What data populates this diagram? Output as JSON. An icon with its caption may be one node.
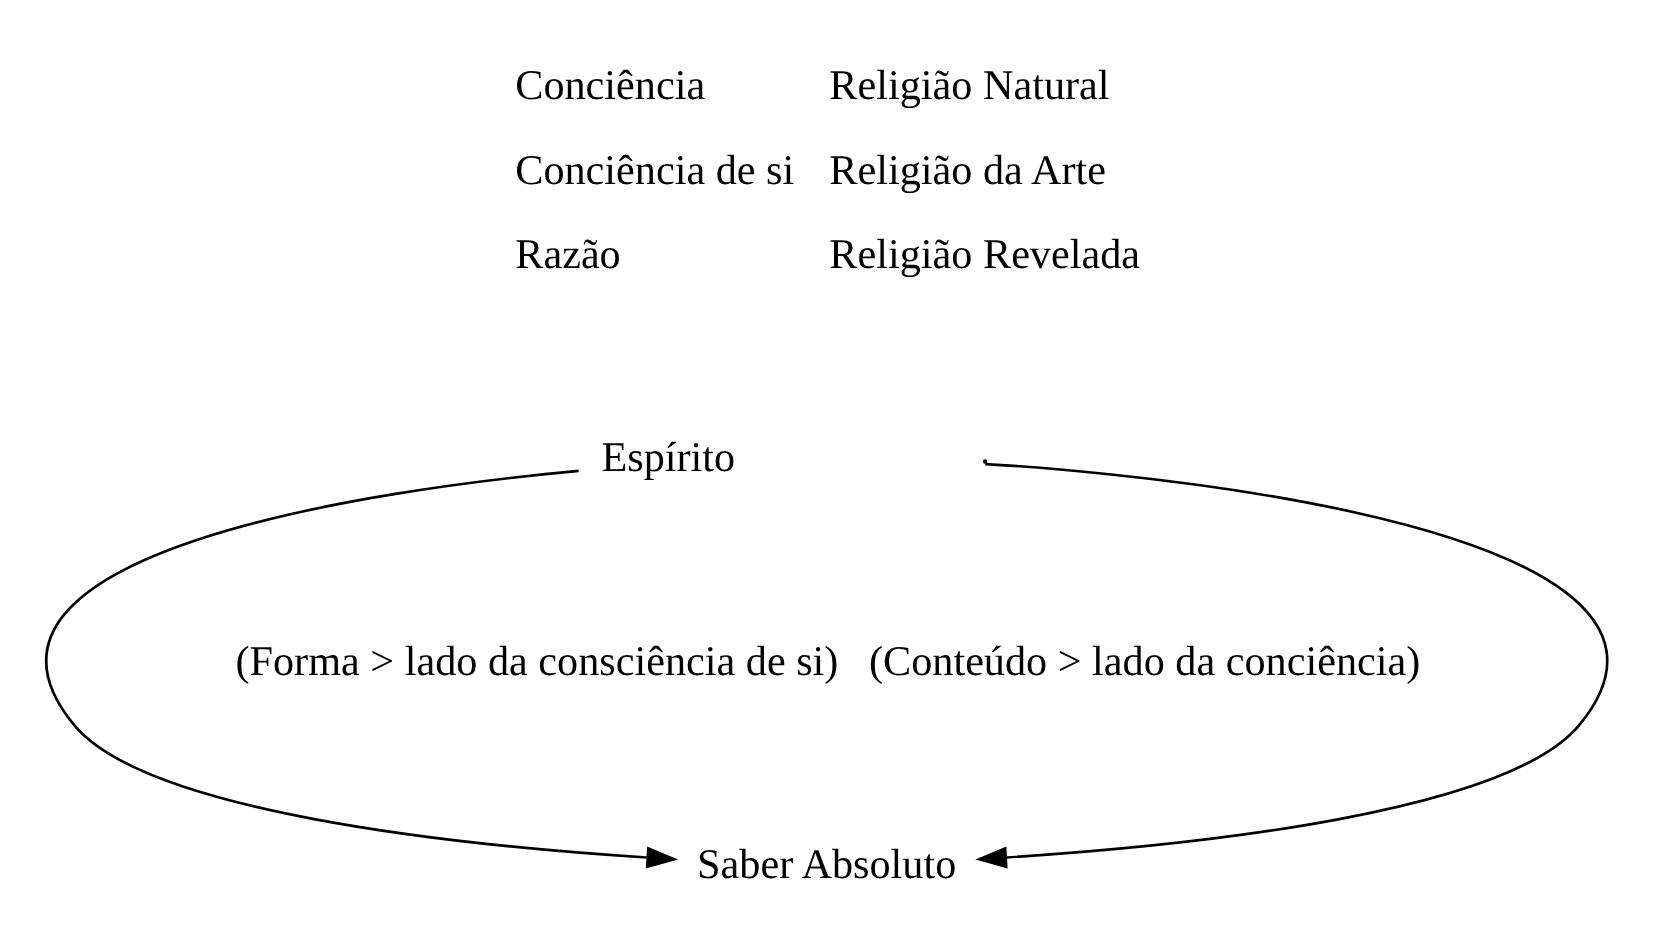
{
  "diagram": {
    "nodes": [
      {
        "text": [
          "Espírito"
        ]
      },
      {
        "text": [
          "Saber Absoluto"
        ]
      }
    ],
    "edges": [
      {
        "from": 0,
        "to": 1,
        "arrow": "to"
      },
      {
        "from": null,
        "to": 1,
        "arrow": "to"
      }
    ],
    "labels": [
      "Conciência",
      "Religião Natural",
      "Conciência de si",
      "Religião da Arte",
      "Razão",
      "Religião Revelada",
      "(Forma > lado da consciência de si)",
      "(Conteúdo > lado da conciência)"
    ]
  }
}
